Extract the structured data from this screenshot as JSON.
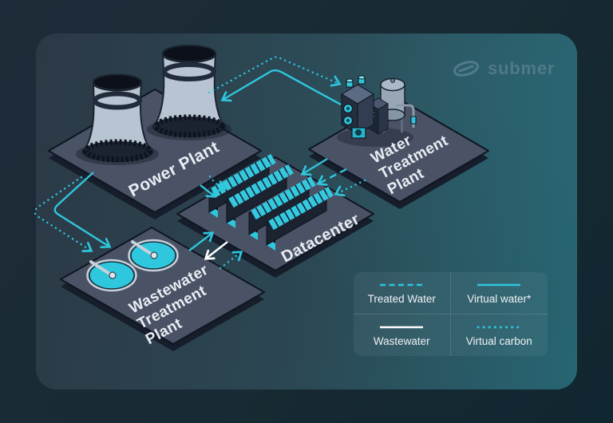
{
  "brand": {
    "logo_text": "submer"
  },
  "nodes": {
    "power_plant": {
      "label": "Power Plant"
    },
    "water_treatment_plant": {
      "lines": [
        "Water",
        "Treatment",
        "Plant"
      ]
    },
    "datacenter": {
      "label": "Datacenter"
    },
    "wastewater_treatment_plant": {
      "lines": [
        "Wastewater",
        "Treatment",
        "Plant"
      ]
    }
  },
  "legend": {
    "items": [
      {
        "label": "Treated Water",
        "style": "dashed",
        "color": "#2fc6dc"
      },
      {
        "label": "Virtual water*",
        "style": "solid",
        "color": "#2fc6dc"
      },
      {
        "label": "Wastewater",
        "style": "solid",
        "color": "#ffffff"
      },
      {
        "label": "Virtual carbon",
        "style": "dotted",
        "color": "#2fc6dc"
      }
    ]
  },
  "flows": [
    {
      "from": "Water Treatment Plant",
      "to": "Power Plant",
      "type": "Virtual water"
    },
    {
      "from": "Power Plant",
      "to": "Water Treatment Plant",
      "type": "Virtual carbon"
    },
    {
      "from": "Power Plant",
      "to": "Datacenter",
      "type": "Virtual water"
    },
    {
      "from": "Power Plant",
      "to": "Datacenter",
      "type": "Virtual carbon"
    },
    {
      "from": "Water Treatment Plant",
      "to": "Datacenter",
      "type": "Virtual water"
    },
    {
      "from": "Water Treatment Plant",
      "to": "Datacenter",
      "type": "Treated Water"
    },
    {
      "from": "Water Treatment Plant",
      "to": "Datacenter",
      "type": "Virtual carbon"
    },
    {
      "from": "Power Plant",
      "to": "Wastewater Treatment Plant",
      "type": "Virtual water"
    },
    {
      "from": "Power Plant",
      "to": "Wastewater Treatment Plant",
      "type": "Virtual carbon"
    },
    {
      "from": "Wastewater Treatment Plant",
      "to": "Datacenter",
      "type": "Virtual water"
    },
    {
      "from": "Datacenter",
      "to": "Wastewater Treatment Plant",
      "type": "Wastewater"
    },
    {
      "from": "Wastewater Treatment Plant",
      "to": "Datacenter",
      "type": "Virtual carbon"
    }
  ],
  "colors": {
    "accent": "#2fc6dc",
    "wastewater_line": "#ffffff",
    "platform": "#4a5266",
    "panel_teal": "#276672"
  }
}
